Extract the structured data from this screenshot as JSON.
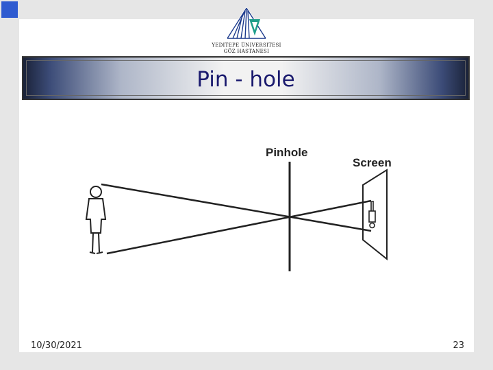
{
  "header": {
    "logo_icon": "university-pyramid-logo",
    "university_name_line1": "YEDITEPE ÜNIVERSITESI",
    "university_name_line2": "GÖZ HASTANESI"
  },
  "slide": {
    "title": "Pin - hole"
  },
  "diagram": {
    "pinhole_label": "Pinhole",
    "screen_label": "Screen",
    "person_icon": "standing-person-icon",
    "inverted_image_icon": "inverted-person-image-icon"
  },
  "footer": {
    "date": "10/30/2021",
    "page_number": "23"
  },
  "colors": {
    "frame": "#e6e6e6",
    "corner_accent": "#2f5bd0",
    "title_text": "#1a1a6e",
    "logo_blue": "#1b3a8c",
    "logo_green": "#1f9e8a"
  }
}
